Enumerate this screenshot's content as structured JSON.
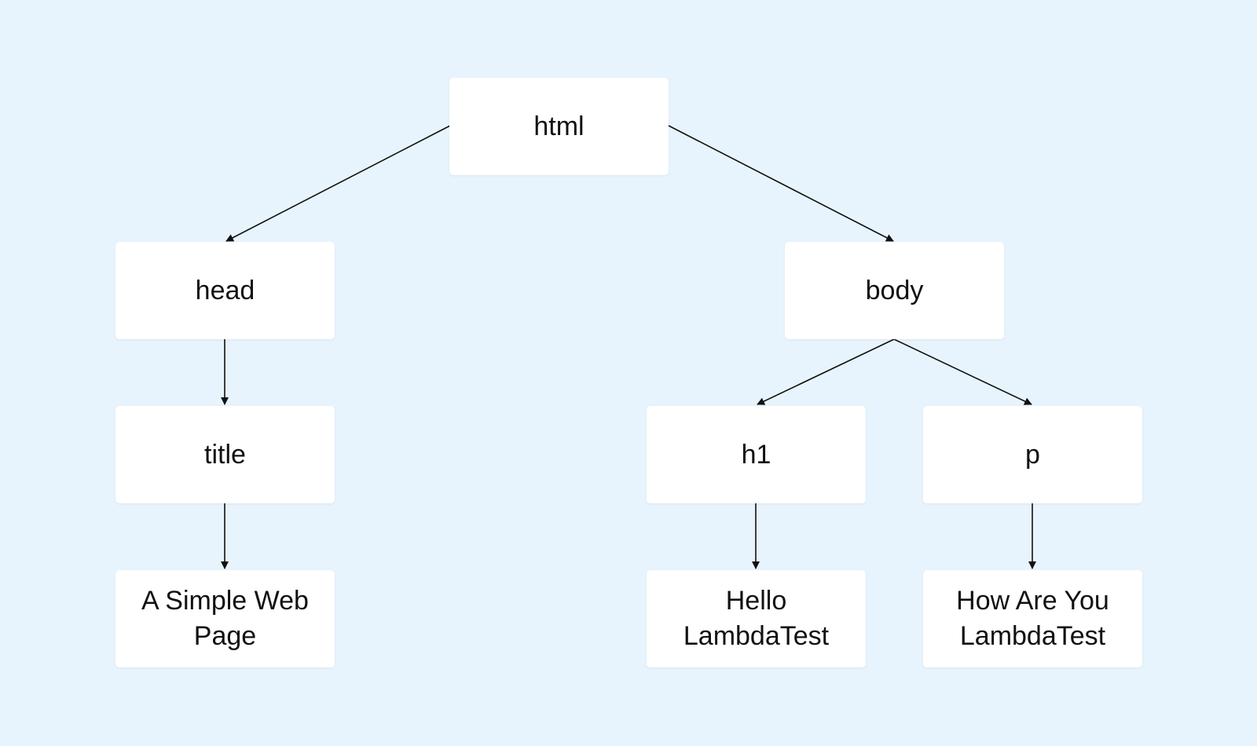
{
  "nodes": {
    "html": "html",
    "head": "head",
    "body": "body",
    "title": "title",
    "h1": "h1",
    "p": "p",
    "title_text": "A Simple Web Page",
    "h1_text": "Hello LambdaTest",
    "p_text": "How Are You LambdaTest"
  },
  "edges": [
    [
      "html",
      "head"
    ],
    [
      "html",
      "body"
    ],
    [
      "head",
      "title"
    ],
    [
      "title",
      "title_text"
    ],
    [
      "body",
      "h1"
    ],
    [
      "body",
      "p"
    ],
    [
      "h1",
      "h1_text"
    ],
    [
      "p",
      "p_text"
    ]
  ],
  "colors": {
    "background": "#e8f4fd",
    "node_fill": "#ffffff",
    "edge": "#111111"
  }
}
